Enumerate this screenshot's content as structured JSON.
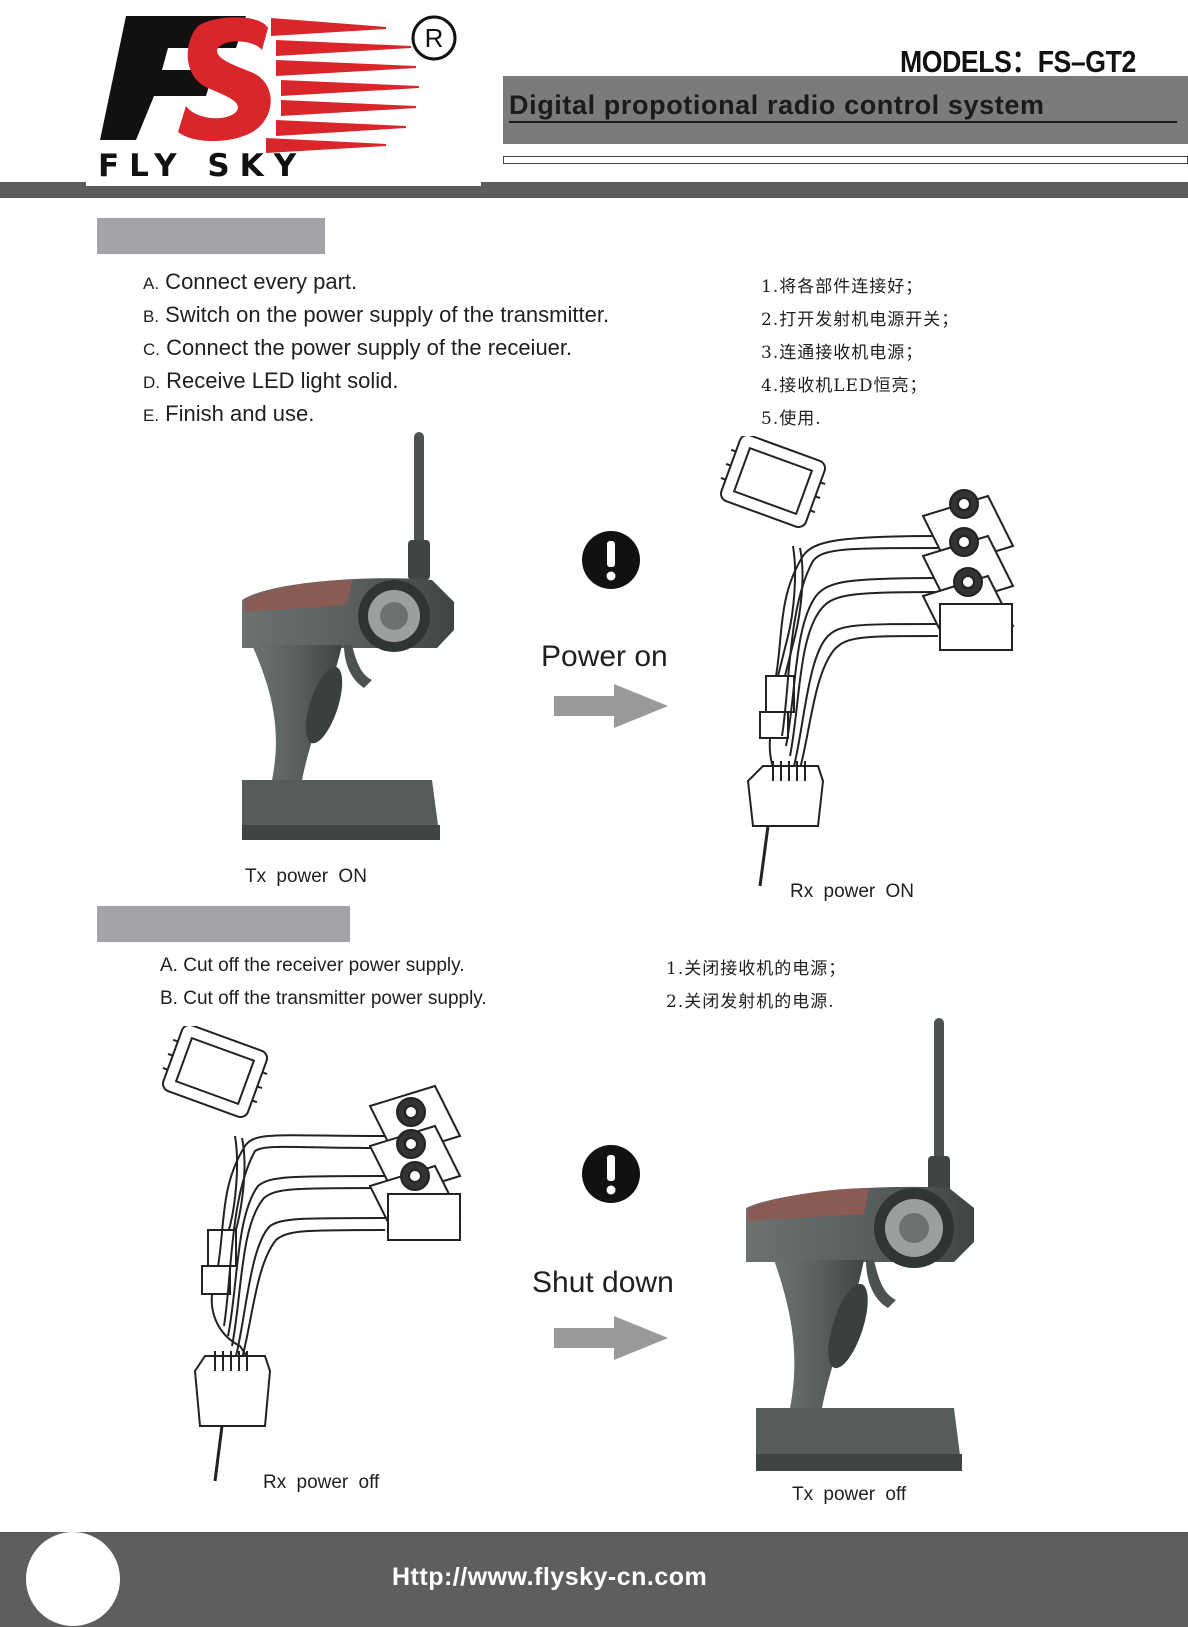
{
  "header": {
    "brand_logo_text": "FS",
    "brand_name": "FLY SKY",
    "registered_mark": "®",
    "models_label": "MODELS：FS–GT2",
    "subtitle": "Digital  propotional  radio  control  system"
  },
  "power_on": {
    "steps_en": [
      {
        "letter": "A.",
        "text": " Connect every part."
      },
      {
        "letter": "B.",
        "text": " Switch on the power supply of the transmitter."
      },
      {
        "letter": "C.",
        "text": " Connect the power supply of the receiuer."
      },
      {
        "letter": "D.",
        "text": " Receive LED light solid."
      },
      {
        "letter": "E.",
        "text": " Finish and use."
      }
    ],
    "steps_cn": [
      "1.将各部件连接好；",
      "2.打开发射机电源开关；",
      "3.连通接收机电源；",
      "4.接收机LED恒亮；",
      "5.使用."
    ],
    "action_label": "Power on",
    "tx_caption": "Tx  power  ON",
    "rx_caption": "Rx  power  ON"
  },
  "power_off": {
    "steps_en": [
      "A. Cut off the receiver power supply.",
      "B. Cut off the transmitter power supply."
    ],
    "steps_cn": [
      "1.关闭接收机的电源；",
      "2.关闭发射机的电源."
    ],
    "action_label": "Shut down",
    "rx_caption": "Rx  power  off",
    "tx_caption": "Tx  power  off"
  },
  "footer": {
    "url": "Http://www.flysky-cn.com"
  },
  "icons": [
    "exclamation-icon",
    "right-arrow-icon",
    "transmitter-illustration",
    "receiver-servo-illustration"
  ],
  "colors": {
    "logo_red": "#d8262b",
    "logo_black": "#111111",
    "bar_gray": "#5c5c5c",
    "tab_gray": "#a4a3a8",
    "arrow_gray": "#9a9a9a"
  }
}
